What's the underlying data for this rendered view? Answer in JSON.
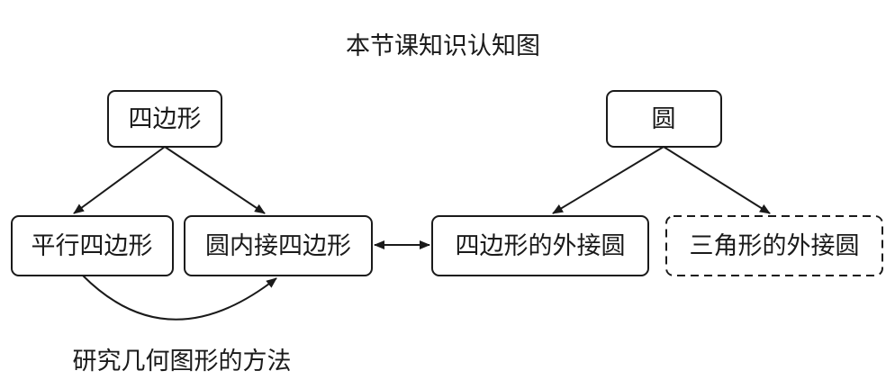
{
  "title": "本节课知识认知图",
  "nodes": {
    "quadrilateral": "四边形",
    "circle": "圆",
    "parallelogram": "平行四边形",
    "cyclic_quadrilateral": "圆内接四边形",
    "circumcircle_quadrilateral": "四边形的外接圆",
    "circumcircle_triangle": "三角形的外接圆"
  },
  "method_label": "研究几何图形的方法"
}
